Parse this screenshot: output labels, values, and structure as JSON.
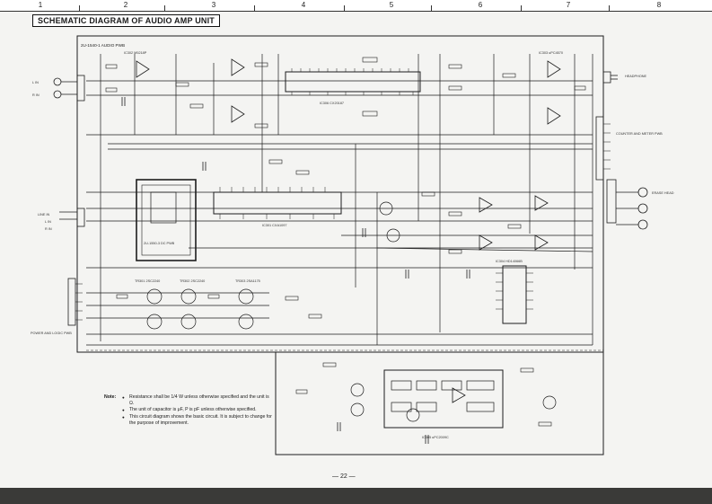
{
  "ruler": {
    "columns": [
      "1",
      "2",
      "3",
      "4",
      "5",
      "6",
      "7",
      "8"
    ]
  },
  "title": "SCHEMATIC DIAGRAM OF AUDIO AMP UNIT",
  "board_label": "2U-1540-1 AUDIO PWB",
  "connectors": {
    "l_in": "L IN",
    "r_in": "R IN",
    "line_in": "LINE IN",
    "line_out_l": "L IN",
    "rec_out": "R IN",
    "headphone": "HEADPHONE",
    "counter_meter": "COUNTER AND METER PWB",
    "erase_head": "ERASE HEAD",
    "power_logic": "POWER AND LOGIC PWB"
  },
  "components": {
    "ic_main": "IC301 CXA1097",
    "ic_dolby": "IC306 CX20187",
    "ic_switch": "IC304 HD14066B",
    "ic_vca": "IC305 uPC2009C",
    "ic_op1": "IC302 M5218P",
    "ic_op2": "IC303 uPC4570",
    "tr_a": "TR301 2SC2240",
    "tr_b": "TR302 2SC2240",
    "tr_c": "TR303 2SA1175",
    "sub_board": "2U-1550-3 DC PWB"
  },
  "note": {
    "label": "Note:",
    "items": [
      "Resistance shall be 1/4 W unless otherwise specified and the unit is Ω.",
      "The unit of capacitor is μF, P is pF unless otherwise specified.",
      "This circuit diagram shows the basic circuit. It is subject to change for the purpose of improvement."
    ]
  },
  "page_number": "— 22 —",
  "colors": {
    "ink": "#1a1a1a",
    "paper": "#f4f4f2",
    "bar": "#3a3a38"
  }
}
